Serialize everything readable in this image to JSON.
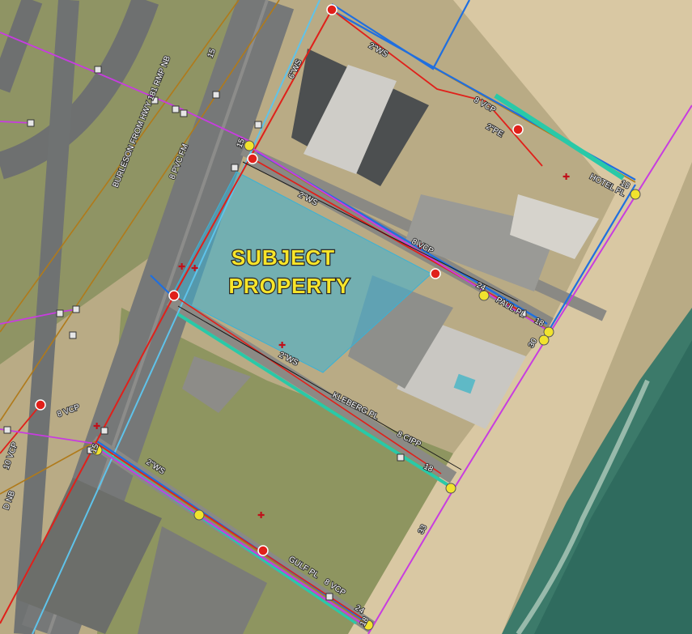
{
  "map": {
    "subject_label_line1": "SUBJECT",
    "subject_label_line2": "PROPERTY",
    "road_labels": {
      "burleson": "BURLESON FROM HWY 181 RMP NB",
      "hotel_pl": "HOTEL PL",
      "paul_pl": "PAUL PL",
      "kleberg_pl": "KLEBERG PL",
      "gulf_pl": "GULF PL"
    },
    "utility_labels": {
      "ws_top": "2\"WS",
      "vcp_top": "8 VCP",
      "pe_top": "2\"PE",
      "ws_vertical": "6\"WS",
      "pvc_fm": "8 PVC FM",
      "num_15_top": "15",
      "num_15_node": "15",
      "num_18_hotel": "18",
      "ws_mid": "2\"WS",
      "vcp_mid": "8 VCP",
      "num_24_paul": "24",
      "num_18_paul": "18",
      "num_30": "30",
      "ws_kleberg": "2\"WS",
      "cipp": "8 CIPP",
      "num_18_kleberg": "18",
      "vcp_left": "8 VCP",
      "vcp_10": "10 VCP",
      "nb_left": "D NB",
      "num_15_left": "15",
      "ws_gulf": "2\"WS",
      "vcp_gulf": "8 VCP",
      "num_24_gulf": "24",
      "num_18_gulf": "18",
      "num_33": "33"
    },
    "colors": {
      "sewer_gravity": "#b07a1a",
      "water_main": "#1f6fe0",
      "gas_line": "#e0201a",
      "reclaimed": "#29c9a8",
      "storm_line": "#c83ce0",
      "light_blue": "#5fc3ea",
      "subject_fill": "#3ab2d6"
    }
  }
}
